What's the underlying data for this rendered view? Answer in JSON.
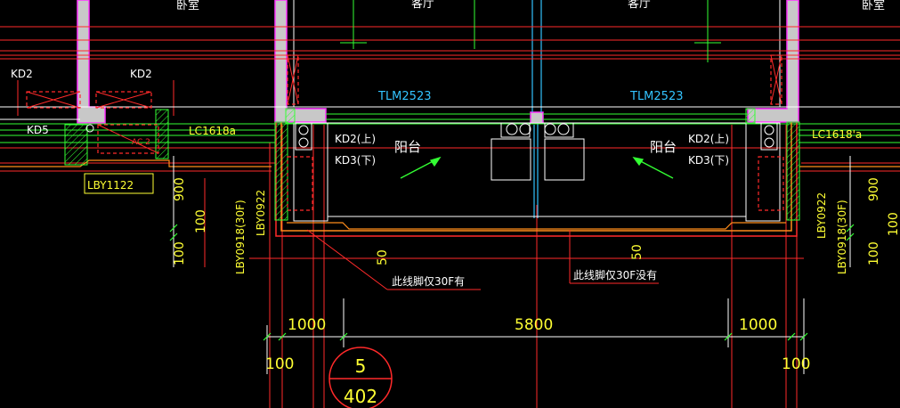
{
  "colors": {
    "background": "#000000",
    "wall_fill": "#c8c8c8",
    "wall_outline": "#ff33ff",
    "red_line": "#ff2a2a",
    "orange_line": "#ff8c1a",
    "green_line": "#33ff33",
    "cyan_text": "#33c3ff",
    "yellow_text": "#ffff33",
    "white_text": "#ffffff"
  },
  "rooms": {
    "bedroom_left": "卧室",
    "living_left": "客厅",
    "living_right": "客厅",
    "bedroom_right": "卧室",
    "balcony_left": "阳台",
    "balcony_right": "阳台"
  },
  "doors": {
    "tlm_left": "TLM2523",
    "tlm_right": "TLM2523",
    "lc_left": "LC1618a",
    "lc_right": "LC1618'a",
    "lby_1122": "LBY1122",
    "lby_0922_left": "LBY0922",
    "lby_0918_left": "LBY0918(30F)",
    "lby_0922_right": "LBY0922",
    "lby_0918_right": "LBY0918(30F)"
  },
  "equipment_tags": {
    "kd2_a": "KD2",
    "kd2_b": "KD2",
    "kd5": "KD5",
    "ac_left": "AC 2",
    "kd2_up_left": "KD2(上)",
    "kd3_down_left": "KD3(下)",
    "kd2_up_right": "KD2(上)",
    "kd3_down_right": "KD3(下)"
  },
  "annotations": {
    "note_left": "此线脚仅30F有",
    "note_right": "此线脚仅30F没有"
  },
  "dimensions": {
    "dim_900_left": "900",
    "dim_100_left_a": "100",
    "dim_100_left_b": "100",
    "dim_50_left": "50",
    "dim_50_right": "50",
    "dim_1000_left": "1000",
    "dim_5800": "5800",
    "dim_1000_right": "1000",
    "dim_100_bottom_left": "100",
    "dim_100_bottom_right": "100",
    "dim_900_right": "900",
    "dim_100_right_a": "100",
    "dim_100_right_b": "100"
  },
  "detail_marker": {
    "number": "5",
    "sheet": "402"
  }
}
